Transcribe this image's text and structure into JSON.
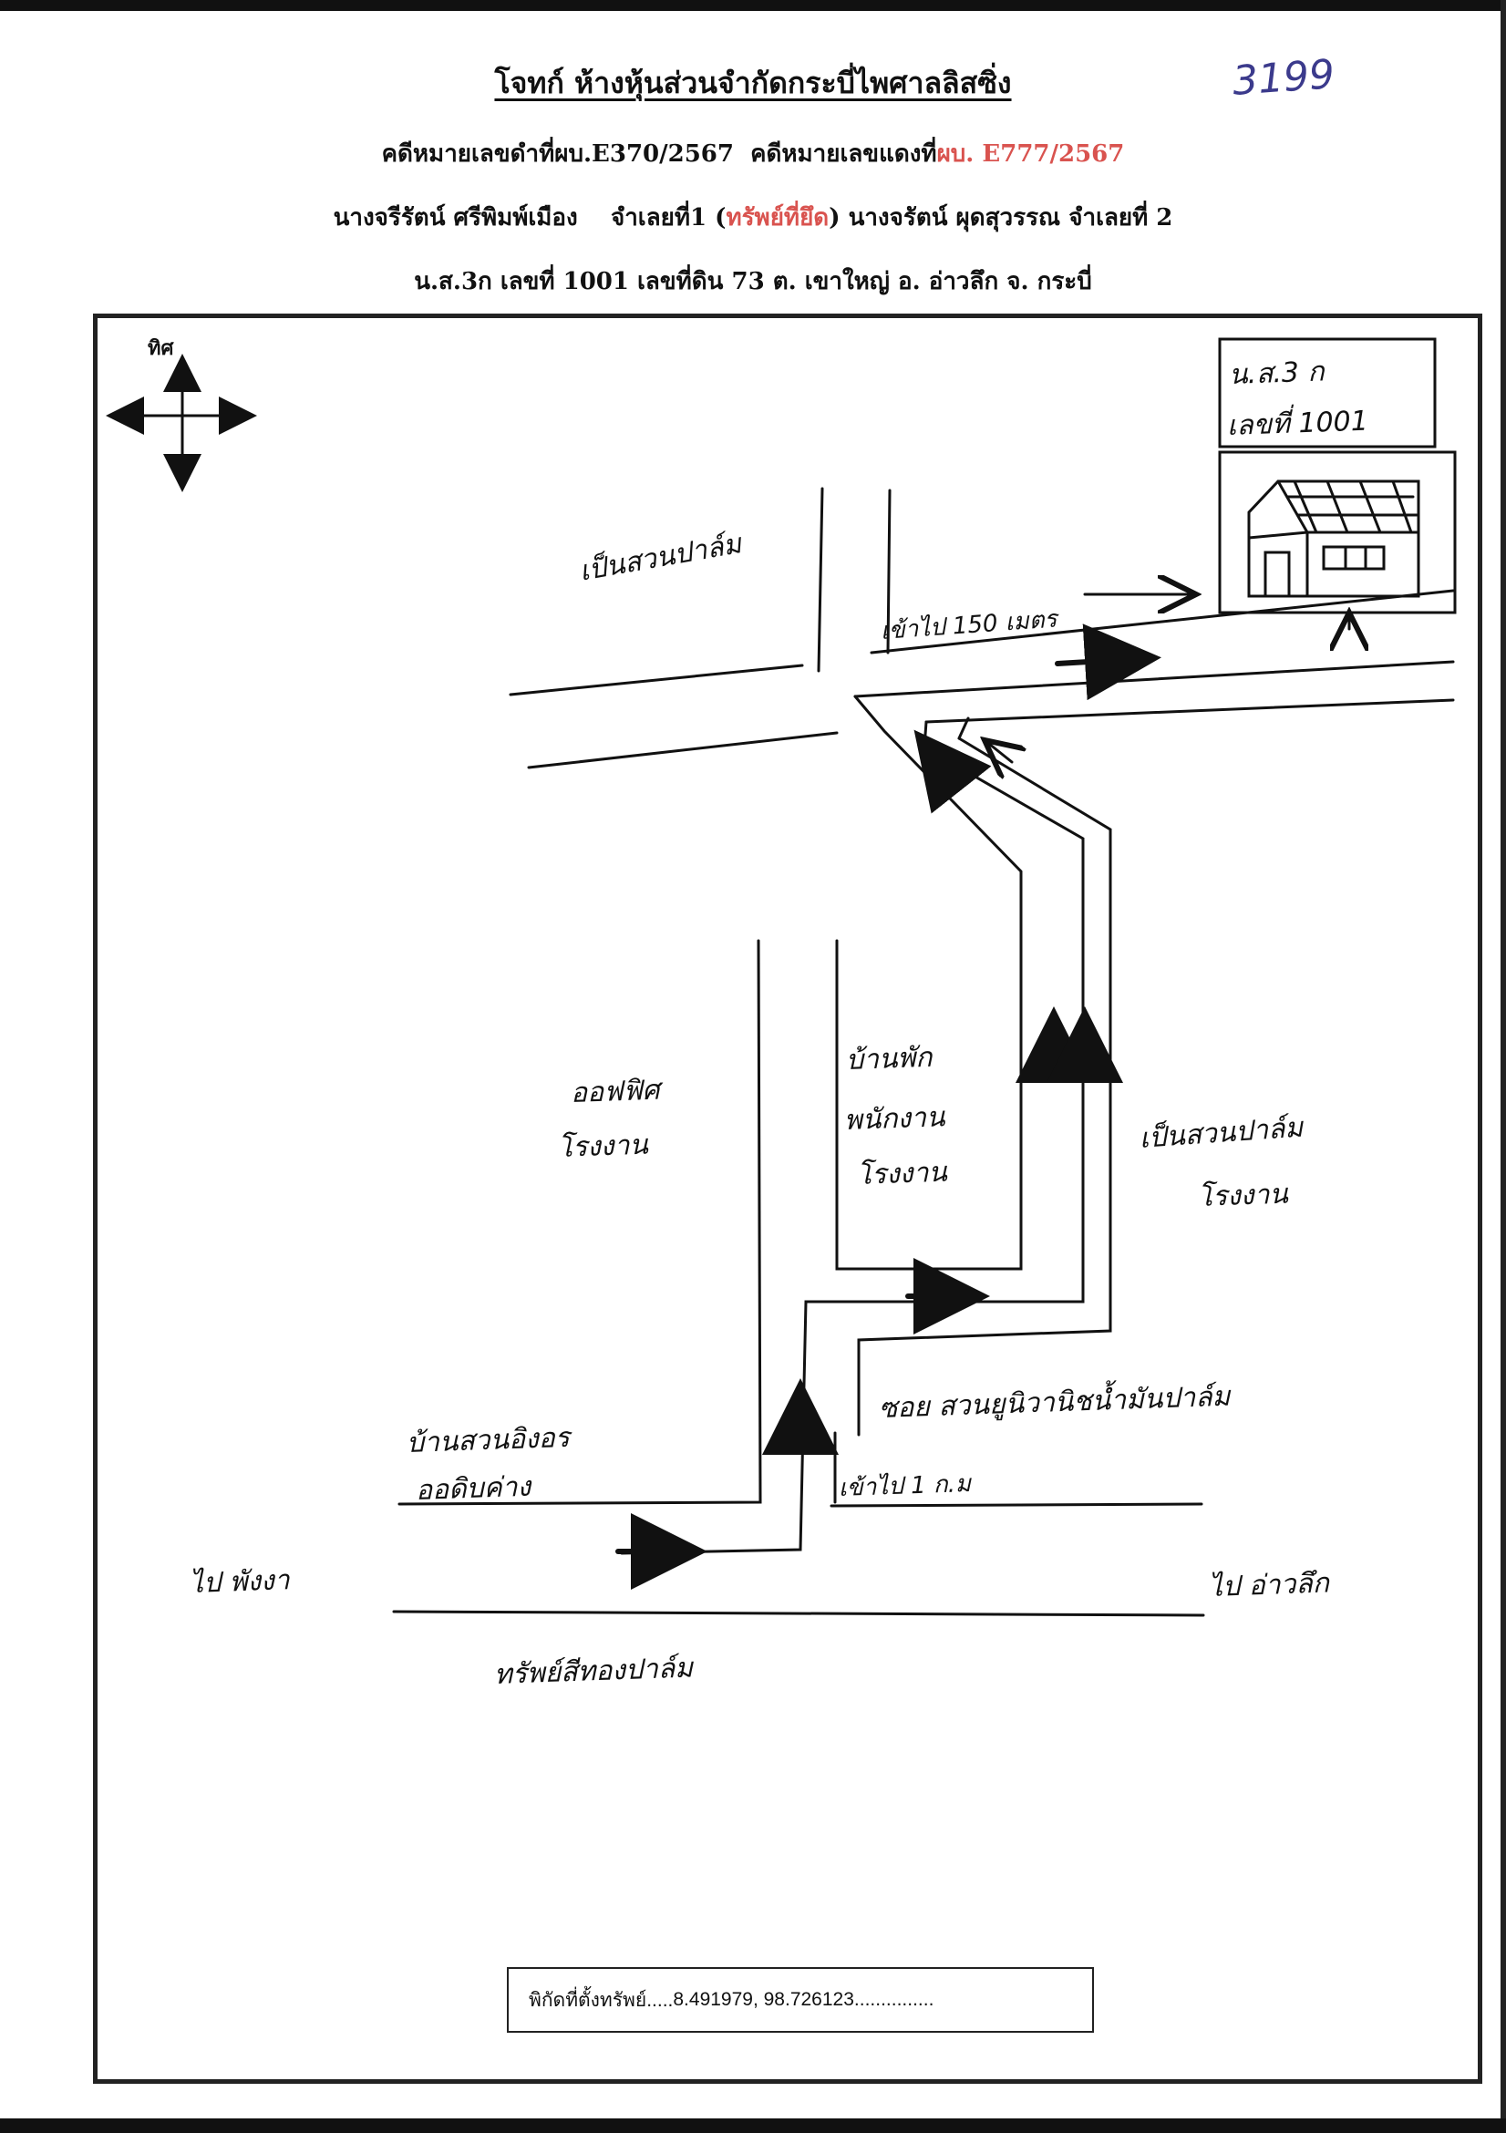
{
  "header": {
    "title": "โจทก์ ห้างหุ้นส่วนจำกัดกระบี่ไพศาลลิสซิ่ง",
    "case_black_label": "คดีหมายเลขดำที่ผบ.E370/2567",
    "case_red_prefix": "คดีหมายเลขแดงที่",
    "case_red_value": "ผบ. E777/2567",
    "defendant1_name": "นางจรีรัตน์ ศรีพิมพ์เมือง",
    "defendant1_role": "จำเลยที่1 (",
    "defendant1_property": "ทรัพย์ที่ยึด",
    "defendant1_close": ")",
    "defendant2": "นางจรัตน์ ผุดสุวรรณ จำเลยที่ 2",
    "deed_line": "น.ส.3ก เลขที่ 1001 เลขที่ดิน 73 ต. เขาใหญ่ อ. อ่าวลึก จ. กระบี่"
  },
  "doc_number": "3199",
  "compass": {
    "label": "ทิศ"
  },
  "labels": {
    "deed_box_line1": "น.ส.3 ก",
    "deed_box_line2": "เลขที่ 1001",
    "palm_top_left": "เป็นสวนปาล์ม",
    "distance_150": "เข้าไป 150 เมตร",
    "office_factory_1": "ออฟฟิศ",
    "office_factory_2": "โรงงาน",
    "staff_house_1": "บ้านพัก",
    "staff_house_2": "พนักงาน",
    "staff_house_3": "โรงงาน",
    "palm_right_1": "เป็นสวนปาล์ม",
    "palm_right_2": "โรงงาน",
    "soi_name": "ซอย สวนยูนิวานิชน้ำมันปาล์ม",
    "distance_1km": "เข้าไป 1 ก.ม",
    "rubber_house_1": "บ้านสวนอิงอร",
    "rubber_house_2": "ออดิบค่าง",
    "to_left": "ไป พังงา",
    "to_right": "ไป อ่าวลึก",
    "bottom_property": "ทรัพย์สีทองปาล์ม"
  },
  "coordinates": {
    "label": "พิกัดที่ตั้งทรัพย์.....",
    "value": "8.491979, 98.726123",
    "trail": "..............."
  }
}
